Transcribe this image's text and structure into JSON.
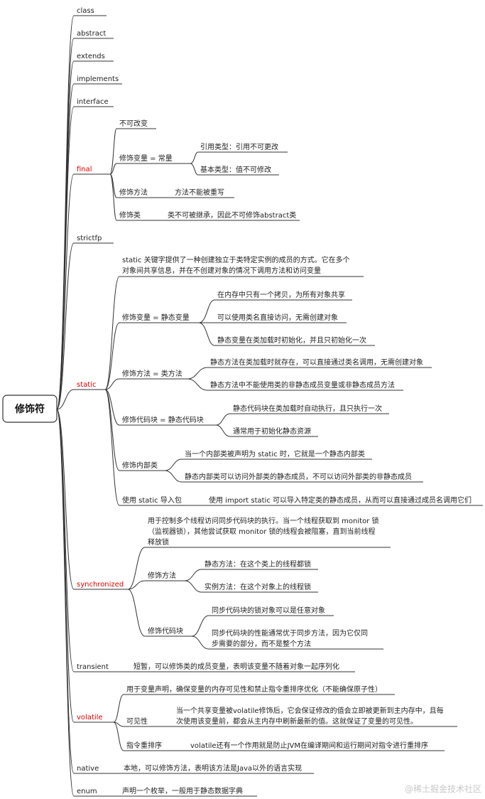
{
  "root": "修饰符",
  "nodes": [
    {
      "id": "class",
      "text": "class"
    },
    {
      "id": "abstract",
      "text": "abstract"
    },
    {
      "id": "extends",
      "text": "extends"
    },
    {
      "id": "implements",
      "text": "implements"
    },
    {
      "id": "interface",
      "text": "interface"
    },
    {
      "id": "final",
      "text": "final",
      "red": true
    },
    {
      "id": "final_1",
      "text": "不可改变"
    },
    {
      "id": "final_var",
      "text": "修饰变量 = 常量"
    },
    {
      "id": "final_var_ref",
      "text": "引用类型：引用不可更改"
    },
    {
      "id": "final_var_basic",
      "text": "基本类型：值不可修改"
    },
    {
      "id": "final_method",
      "text": "修饰方法"
    },
    {
      "id": "final_method_d",
      "text": "方法不能被重写"
    },
    {
      "id": "final_class",
      "text": "修饰类"
    },
    {
      "id": "final_class_d",
      "text": "类不可被继承，因此不可修饰abstract类"
    },
    {
      "id": "strictfp",
      "text": "strictfp"
    },
    {
      "id": "static",
      "text": "static",
      "red": true
    },
    {
      "id": "static_intro_1",
      "text": "static 关键字提供了一种创建独立于类特定实例的成员的方式。它在多个"
    },
    {
      "id": "static_intro_2",
      "text": "对象间共享信息，并在不创建对象的情况下调用方法和访问变量"
    },
    {
      "id": "static_var",
      "text": "修饰变量 = 静态变量"
    },
    {
      "id": "static_var_1",
      "text": "在内存中只有一个拷贝，为所有对象共享"
    },
    {
      "id": "static_var_2",
      "text": "可以使用类名直接访问，无需创建对象"
    },
    {
      "id": "static_var_3",
      "text": "静态变量在类加载时初始化，并且只初始化一次"
    },
    {
      "id": "static_method",
      "text": "修饰方法 = 类方法"
    },
    {
      "id": "static_method_1",
      "text": "静态方法在类加载时就存在，可以直接通过类名调用，无需创建对象"
    },
    {
      "id": "static_method_2",
      "text": "静态方法中不能使用类的非静态成员变量或非静态成员方法"
    },
    {
      "id": "static_block",
      "text": "修饰代码块 = 静态代码块"
    },
    {
      "id": "static_block_1",
      "text": "静态代码块在类加载时自动执行，且只执行一次"
    },
    {
      "id": "static_block_2",
      "text": "通常用于初始化静态资源"
    },
    {
      "id": "static_inner",
      "text": "修饰内部类"
    },
    {
      "id": "static_inner_1",
      "text": "当一个内部类被声明为 static 时，它就是一个静态内部类"
    },
    {
      "id": "static_inner_2",
      "text": "静态内部类可以访问外部类的静态成员，不可以访问外部类的非静态成员"
    },
    {
      "id": "static_import",
      "text": "使用 static 导入包"
    },
    {
      "id": "static_import_d",
      "text": "使用 import static 可以导入特定类的静态成员，从而可以直接通过成员名调用它们"
    },
    {
      "id": "sync",
      "text": "synchronized",
      "red": true
    },
    {
      "id": "sync_intro_1",
      "text": "用于控制多个线程访问同步代码块的执行。当一个线程获取到 monitor 锁"
    },
    {
      "id": "sync_intro_2",
      "text": "（监视器锁），其他尝试获取 monitor 锁的线程会被阻塞，直到当前线程"
    },
    {
      "id": "sync_intro_3",
      "text": "释放锁"
    },
    {
      "id": "sync_method",
      "text": "修饰方法"
    },
    {
      "id": "sync_method_1",
      "text": "静态方法：在这个类上的线程都锁"
    },
    {
      "id": "sync_method_2",
      "text": "实例方法：在这个对象上的线程锁"
    },
    {
      "id": "sync_block",
      "text": "修饰代码块"
    },
    {
      "id": "sync_block_1",
      "text": "同步代码块的锁对象可以是任意对象"
    },
    {
      "id": "sync_block_2a",
      "text": "同步代码块的性能通常优于同步方法，因为它仅同"
    },
    {
      "id": "sync_block_2b",
      "text": "步需要的部分，而不是整个方法"
    },
    {
      "id": "transient",
      "text": "transient"
    },
    {
      "id": "transient_d",
      "text": "短暂，可以修饰类的成员变量，表明该变量不随着对象一起序列化"
    },
    {
      "id": "volatile",
      "text": "volatile",
      "red": true
    },
    {
      "id": "volatile_intro",
      "text": "用于变量声明，确保变量的内存可见性和禁止指令重排序优化（不能确保原子性）"
    },
    {
      "id": "volatile_vis",
      "text": "可见性"
    },
    {
      "id": "volatile_vis_1",
      "text": "当一个共享变量被volatile修饰后，它会保证修改的值会立即被更新到主内存中，且每"
    },
    {
      "id": "volatile_vis_2",
      "text": "次使用该变量前，都会从主内存中刷新最新的值。这就保证了变量的可见性。"
    },
    {
      "id": "volatile_reorder",
      "text": "指令重排序"
    },
    {
      "id": "volatile_reorder_d",
      "text": "volatile还有一个作用就是防止JVM在编译期间和运行期间对指令进行重排序"
    },
    {
      "id": "native",
      "text": "native"
    },
    {
      "id": "native_d",
      "text": "本地，可以修饰方法，表明该方法是Java以外的语言实现"
    },
    {
      "id": "enum",
      "text": "enum"
    },
    {
      "id": "enum_d",
      "text": "声明一个枚举，一般用于静态数据字典"
    }
  ],
  "watermark": "@稀土掘金技术社区"
}
